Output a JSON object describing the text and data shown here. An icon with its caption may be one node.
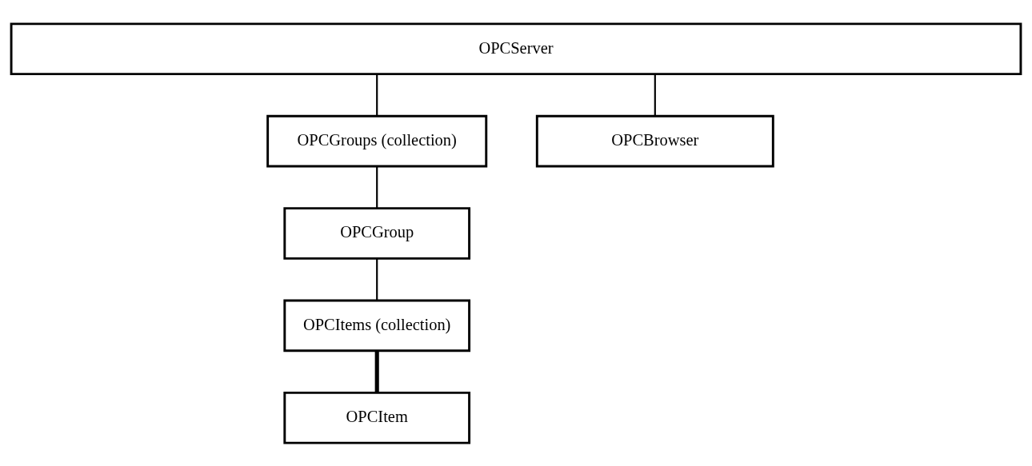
{
  "diagram": {
    "nodes": [
      {
        "text": [
          "OPCServer"
        ]
      },
      {
        "text": [
          "OPCGroups (collection)"
        ]
      },
      {
        "text": [
          "OPCBrowser"
        ]
      },
      {
        "text": [
          "OPCGroup"
        ]
      },
      {
        "text": [
          "OPCItems (collection)"
        ]
      },
      {
        "text": [
          "OPCItem"
        ]
      }
    ],
    "edges": [
      {
        "from": 0,
        "to": 1,
        "arrow": "none"
      },
      {
        "from": 0,
        "to": 2,
        "arrow": "none"
      },
      {
        "from": 1,
        "to": 3,
        "arrow": "none"
      },
      {
        "from": 3,
        "to": 4,
        "arrow": "none"
      },
      {
        "from": 4,
        "to": 5,
        "arrow": "none",
        "style": "thick"
      }
    ]
  }
}
